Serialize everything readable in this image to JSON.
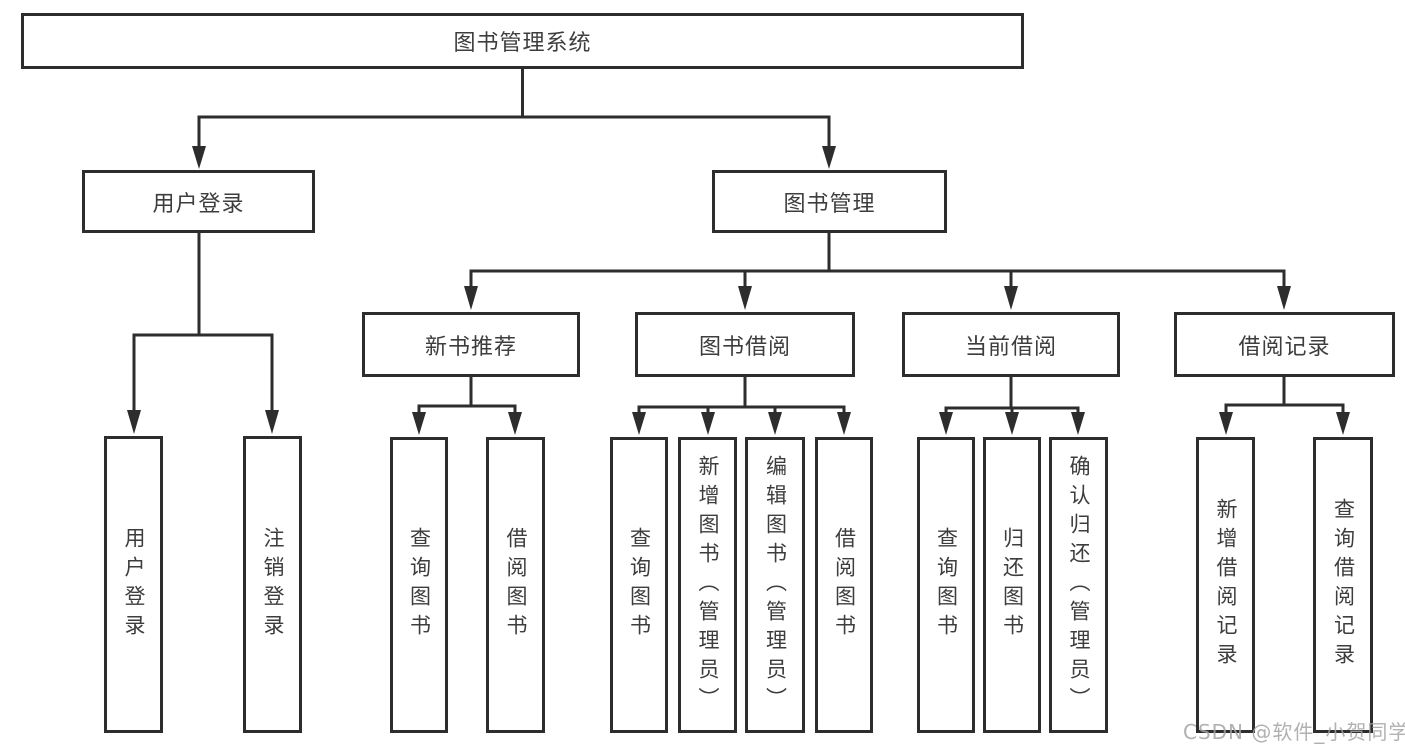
{
  "diagram": {
    "title": "图书管理系统",
    "colors": {
      "line": "#2d2d2d",
      "border": "#2d2d2d",
      "text": "#3d3d3d",
      "background": "#ffffff",
      "watermark": "#a3a3a3"
    },
    "nodes": {
      "root": {
        "label": "图书管理系统"
      },
      "user_login": {
        "label": "用户登录"
      },
      "book_mgmt": {
        "label": "图书管理"
      },
      "new_book_rec": {
        "label": "新书推荐"
      },
      "book_borrow": {
        "label": "图书借阅"
      },
      "current_borrow": {
        "label": "当前借阅"
      },
      "borrow_records": {
        "label": "借阅记录"
      },
      "leaf_user_login": {
        "label": "用户登录"
      },
      "leaf_logout": {
        "label": "注销登录"
      },
      "nbr_query_book": {
        "label": "查询图书"
      },
      "nbr_borrow_book": {
        "label": "借阅图书"
      },
      "bb_query_book": {
        "label": "查询图书"
      },
      "bb_add_book": {
        "label": "新增图书（管理员）"
      },
      "bb_edit_book": {
        "label": "编辑图书（管理员）"
      },
      "bb_borrow_book": {
        "label": "借阅图书"
      },
      "cb_query_book": {
        "label": "查询图书"
      },
      "cb_return_book": {
        "label": "归还图书"
      },
      "cb_confirm_return": {
        "label": "确认归还（管理员）"
      },
      "br_add_record": {
        "label": "新增借阅记录"
      },
      "br_query_record": {
        "label": "查询借阅记录"
      }
    }
  },
  "watermark": {
    "text": "CSDN @软件_小贺同学"
  }
}
